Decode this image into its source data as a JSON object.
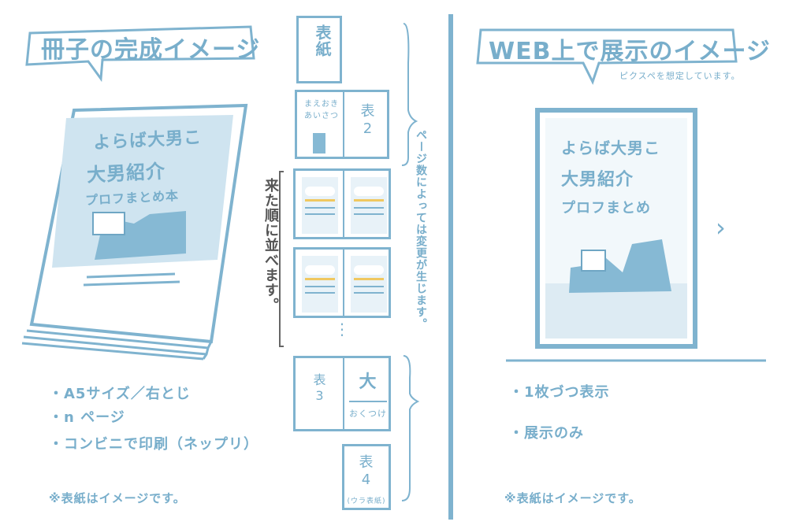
{
  "left_panel": {
    "title": "冊子の完成イメージ",
    "book_cover": {
      "line1": "よらば大男こ",
      "line2": "大男紹介",
      "line3": "プロフまとめ本"
    },
    "bullets": [
      "・A5サイズ／右とじ",
      "・n ページ",
      "・コンビニで印刷（ネップリ）"
    ],
    "note": "※表紙はイメージです。"
  },
  "middle": {
    "cover": "表紙",
    "page_intro": "まえおき\nあいさつ",
    "page_hyo2": "表\n2",
    "side_note_left": "来た順に並べます。",
    "side_note_right": "ページ数によっては変更が生じます。",
    "page_hyo3": "表\n3",
    "page_okutsuke": "おくつけ",
    "page_okutsuke_mark": "大",
    "page_hyo4": "表\n4",
    "page_hyo4_sub": "(ウラ表紙)",
    "ellipsis": "⋮"
  },
  "right_panel": {
    "title": "WEB上で展示のイメージ",
    "subtitle": "ピクスペを想定しています。",
    "screen": {
      "line1": "よらば大男こ",
      "line2": "大男紹介",
      "line3": "プロフまとめ"
    },
    "next_arrow": "›",
    "bullets": [
      "・1枚づつ表示",
      "・展示のみ"
    ],
    "note": "※表紙はイメージです。"
  },
  "colors": {
    "main_blue": "#7fb3cf",
    "light_blue": "#cfe4f0",
    "yellow": "#f0c860",
    "dark": "#555555"
  }
}
